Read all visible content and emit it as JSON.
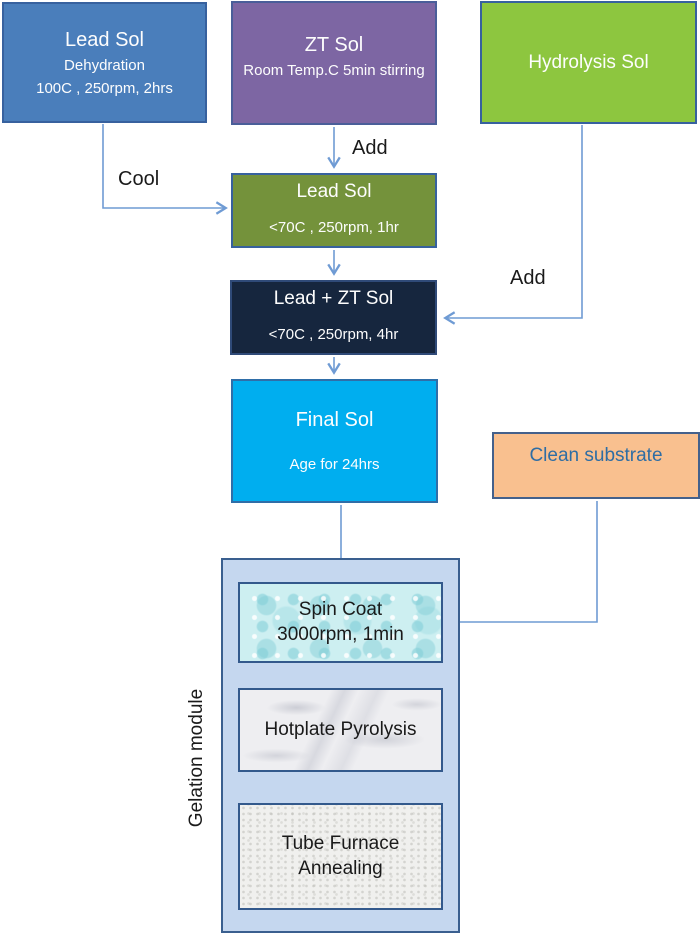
{
  "diagram": {
    "nodes": {
      "lead_sol_source": {
        "title": "Lead Sol",
        "subtitle": "Dehydration",
        "detail": "100C , 250rpm, 2hrs",
        "fill": "#4A7EBB"
      },
      "zt_sol": {
        "title": "ZT Sol",
        "detail": "Room Temp.C 5min stirring",
        "fill": "#7D66A3"
      },
      "hydrolysis_sol": {
        "title": "Hydrolysis Sol",
        "fill": "#8DC63F"
      },
      "lead_sol_cooled": {
        "title": "Lead Sol",
        "detail": "<70C , 250rpm, 1hr",
        "fill": "#74923B"
      },
      "lead_zt_sol": {
        "title": "Lead + ZT Sol",
        "detail": "<70C , 250rpm, 4hr",
        "fill": "#16263E"
      },
      "final_sol": {
        "title": "Final Sol",
        "detail": "Age for 24hrs",
        "fill": "#00AEEF"
      },
      "clean_substrate": {
        "title": "Clean substrate",
        "fill": "#F9C08F",
        "text_color": "#2E6DA4"
      },
      "spin_coat": {
        "title": "Spin Coat",
        "detail": "3000rpm, 1min"
      },
      "hotplate_pyrolysis": {
        "title": "Hotplate Pyrolysis"
      },
      "tube_furnace_annealing": {
        "title": "Tube Furnace",
        "detail": "Annealing"
      }
    },
    "edge_labels": {
      "cool": "Cool",
      "add_zt": "Add",
      "add_hydrolysis": "Add"
    },
    "container": {
      "label": "Gelation module",
      "fill": "#C5D7EF",
      "border": "#3A5F8F"
    },
    "colors": {
      "arrow": "#6F9BD4",
      "node_border": "#33598C"
    }
  }
}
